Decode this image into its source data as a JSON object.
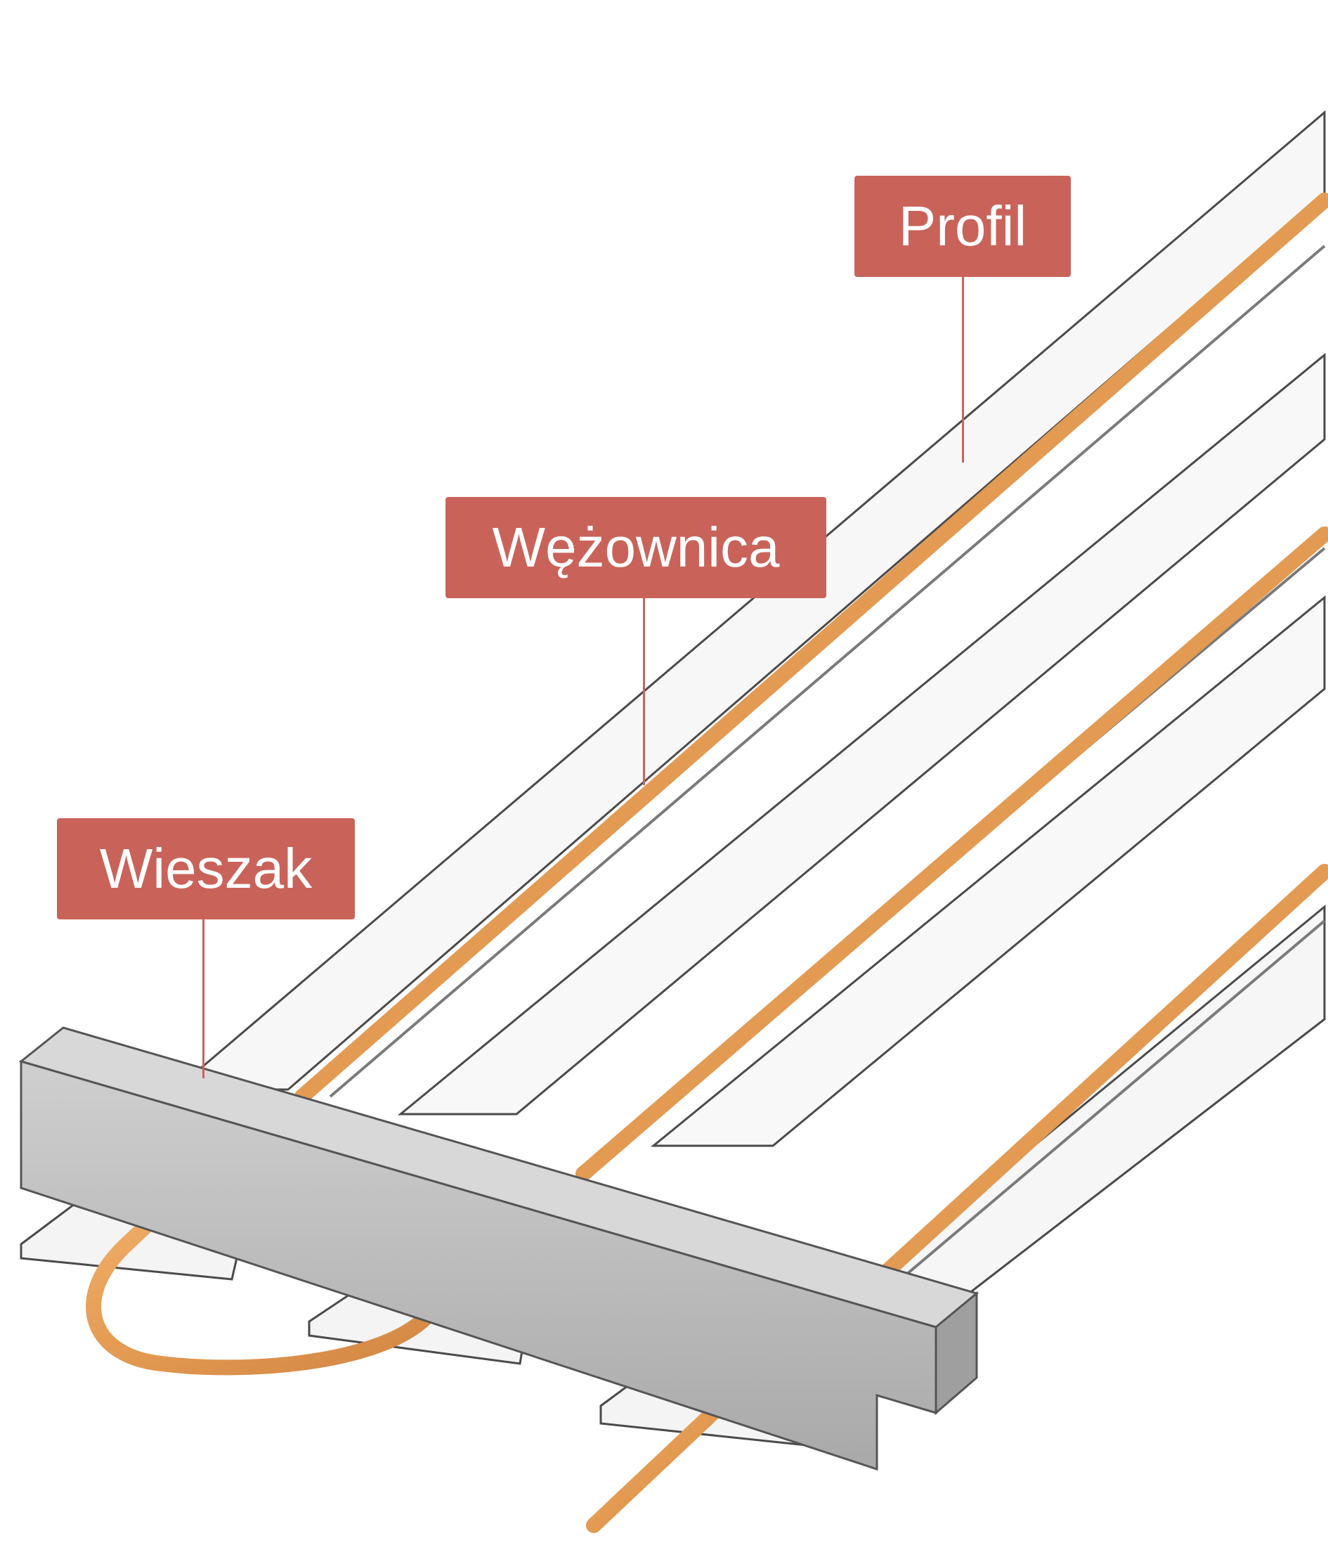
{
  "labels": {
    "profile": "Profil",
    "pipe": "Wężownica",
    "hanger": "Wieszak"
  },
  "colors": {
    "label_background": "#c9635a",
    "label_text": "#ffffff",
    "pipe": "#e8a25c",
    "profile": "#f7f7f7",
    "hanger": "#bdbdbd"
  }
}
